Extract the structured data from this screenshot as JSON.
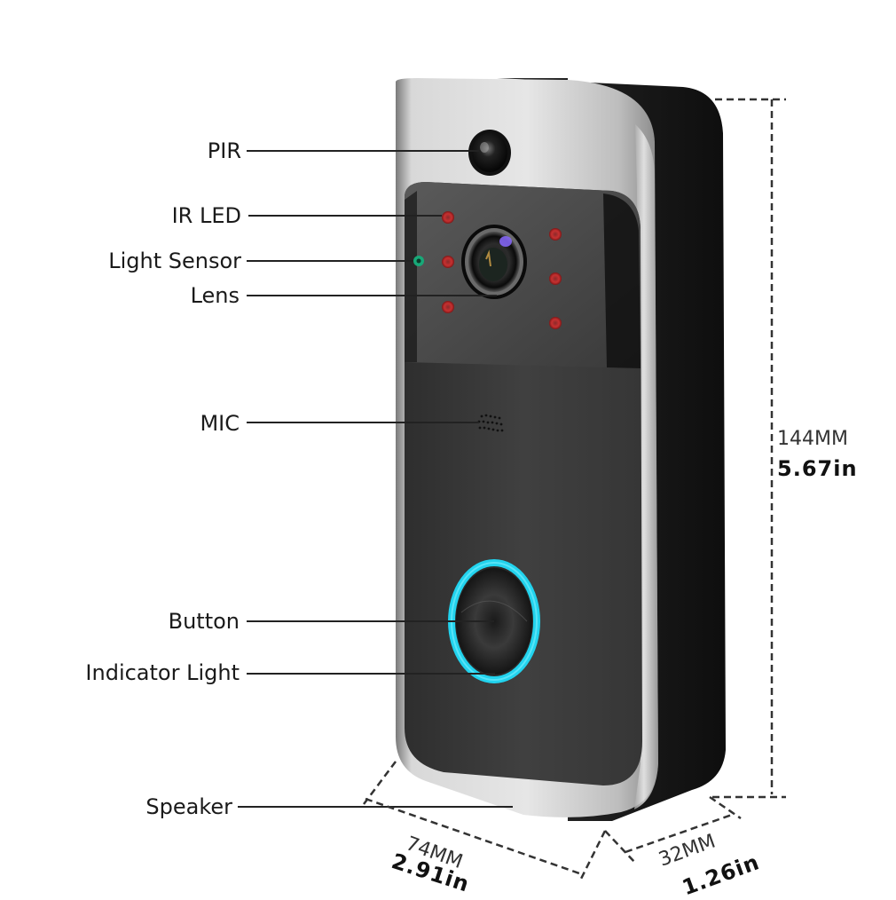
{
  "product": {
    "type": "video doorbell",
    "colors": {
      "body_dark": "#3a3a3a",
      "back_black": "#1c1c1c",
      "frame_silver": "#c8c8c8",
      "ir_led_red": "#c0282c",
      "light_sensor_green": "#18a878",
      "indicator_cyan": "#22d3ee"
    }
  },
  "callouts": [
    {
      "id": "pir",
      "label": "PIR"
    },
    {
      "id": "ir-led",
      "label": "IR LED"
    },
    {
      "id": "light-sensor",
      "label": "Light Sensor"
    },
    {
      "id": "lens",
      "label": "Lens"
    },
    {
      "id": "mic",
      "label": "MIC"
    },
    {
      "id": "button",
      "label": "Button"
    },
    {
      "id": "indicator-light",
      "label": "Indicator Light"
    },
    {
      "id": "speaker",
      "label": "Speaker"
    }
  ],
  "dimensions": {
    "height": {
      "mm": "144MM",
      "in": "5.67in"
    },
    "width": {
      "mm": "74MM",
      "in": "2.91in"
    },
    "depth": {
      "mm": "32MM",
      "in": "1.26in"
    }
  }
}
